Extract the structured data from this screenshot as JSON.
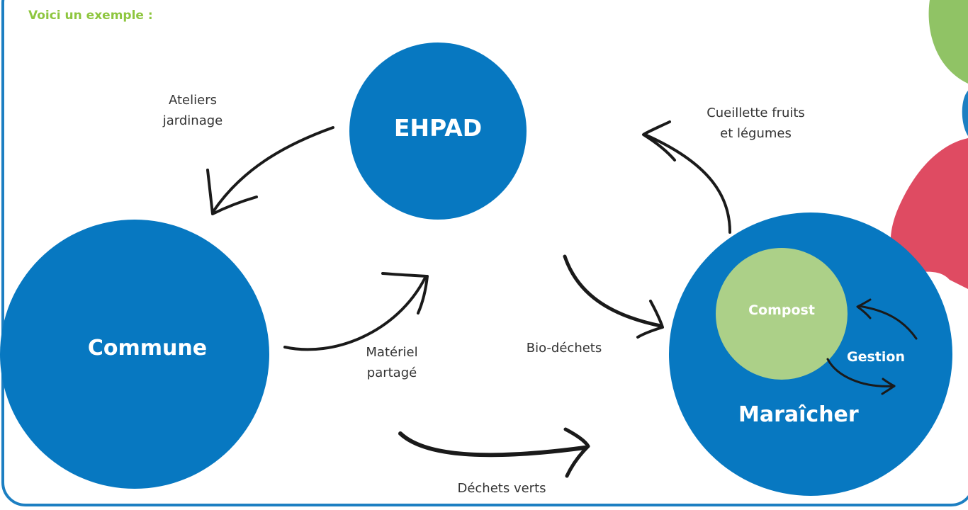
{
  "heading": "Voici un exemple :",
  "nodes": {
    "ehpad": "EHPAD",
    "commune": "Commune",
    "maraicher": "Maraîcher",
    "compost": "Compost",
    "gestion": "Gestion"
  },
  "links": {
    "ateliers_line1": "Ateliers",
    "ateliers_line2": "jardinage",
    "cueillette_line1": "Cueillette fruits",
    "cueillette_line2": "et légumes",
    "materiel_line1": "Matériel",
    "materiel_line2": "partagé",
    "bio_dechets": "Bio-déchets",
    "dechets_verts": "Déchets verts"
  },
  "colors": {
    "node_blue": "#0778c1",
    "compost_green": "#acd088",
    "heading_green": "#8ec63f",
    "frame_blue": "#1c7fc2",
    "arrow": "#1a1a1a",
    "deco_green": "#7db84a",
    "deco_red": "#dc3c55"
  }
}
